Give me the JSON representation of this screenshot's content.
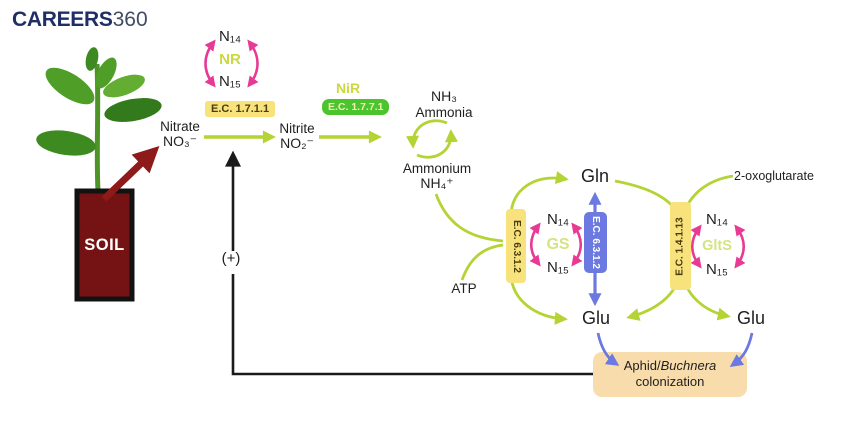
{
  "logo": {
    "part1": "CAREERS",
    "part2": "360"
  },
  "soil": {
    "label": "SOIL"
  },
  "pathway": {
    "nitrate": {
      "name": "Nitrate",
      "formula": "NO₃⁻"
    },
    "nitrite": {
      "name": "Nitrite",
      "formula": "NO₂⁻"
    },
    "ammonia": {
      "formula": "NH₃",
      "name": "Ammonia"
    },
    "ammonium": {
      "name": "Ammonium",
      "formula": "NH₄⁺"
    },
    "atp": "ATP",
    "gln": "Gln",
    "glu_left": "Glu",
    "glu_right": "Glu",
    "oxoglutarate": "2-oxoglutarate",
    "plus": "(+)"
  },
  "enzymes": {
    "nr": {
      "label": "NR",
      "ec": "E.C. 1.7.1.1",
      "n14": "N₁₄",
      "n15": "N₁₅"
    },
    "nir": {
      "label": "NiR",
      "ec": "E.C. 1.7.7.1"
    },
    "gs": {
      "label": "GS",
      "ec_left": "E.C. 6.3.1.2",
      "ec_right": "E.C. 6.3.1.2",
      "n14": "N₁₄",
      "n15": "N₁₅"
    },
    "glts": {
      "label": "GltS",
      "ec": "E.C. 1.4.1.13",
      "n14": "N₁₄",
      "n15": "N₁₅"
    }
  },
  "aphid_box": {
    "prefix": "Aphid/",
    "italic": "Buchnera",
    "line2": "colonization"
  },
  "colors": {
    "green_arrow": "#b4d335",
    "pink_arrow": "#e83a94",
    "blue_arrow": "#6b79e0",
    "yellow_highlight": "#f7e27c",
    "green_highlight": "#4cc42d",
    "tan_box": "#f8dcab",
    "soil_pot": "#751314",
    "red_arrow": "#8e1a1a",
    "logo_navy": "#1f2e66"
  }
}
